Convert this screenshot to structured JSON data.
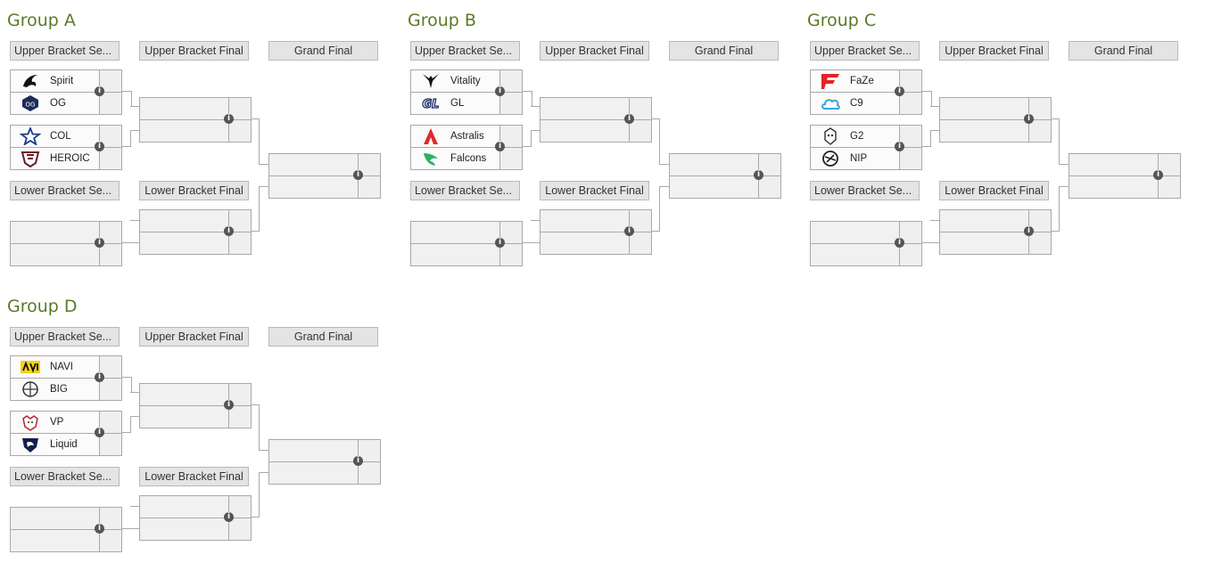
{
  "groups": [
    {
      "title": "Group A",
      "headers": {
        "ub_semis": "Upper Bracket Se...",
        "ub_final": "Upper Bracket Final",
        "grand_final": "Grand Final",
        "lb_semis": "Lower Bracket Se...",
        "lb_final": "Lower Bracket Final"
      },
      "match1": {
        "team1": "Spirit",
        "team2": "OG"
      },
      "match2": {
        "team1": "COL",
        "team2": "HEROIC"
      }
    },
    {
      "title": "Group B",
      "headers": {
        "ub_semis": "Upper Bracket Se...",
        "ub_final": "Upper Bracket Final",
        "grand_final": "Grand Final",
        "lb_semis": "Lower Bracket Se...",
        "lb_final": "Lower Bracket Final"
      },
      "match1": {
        "team1": "Vitality",
        "team2": "GL"
      },
      "match2": {
        "team1": "Astralis",
        "team2": "Falcons"
      }
    },
    {
      "title": "Group C",
      "headers": {
        "ub_semis": "Upper Bracket Se...",
        "ub_final": "Upper Bracket Final",
        "grand_final": "Grand Final",
        "lb_semis": "Lower Bracket Se...",
        "lb_final": "Lower Bracket Final"
      },
      "match1": {
        "team1": "FaZe",
        "team2": "C9"
      },
      "match2": {
        "team1": "G2",
        "team2": "NIP"
      }
    },
    {
      "title": "Group D",
      "headers": {
        "ub_semis": "Upper Bracket Se...",
        "ub_final": "Upper Bracket Final",
        "grand_final": "Grand Final",
        "lb_semis": "Lower Bracket Se...",
        "lb_final": "Lower Bracket Final"
      },
      "match1": {
        "team1": "NAVI",
        "team2": "BIG"
      },
      "match2": {
        "team1": "VP",
        "team2": "Liquid"
      }
    }
  ],
  "logos": {
    "Spirit": "dragon-icon",
    "OG": "og-icon",
    "COL": "star-icon",
    "HEROIC": "heroic-icon",
    "Vitality": "wasp-icon",
    "GL": "gl-icon",
    "Astralis": "astralis-icon",
    "Falcons": "falcon-icon",
    "FaZe": "faze-icon",
    "C9": "cloud-icon",
    "G2": "samurai-icon",
    "NIP": "ninja-icon",
    "NAVI": "navi-icon",
    "BIG": "big-icon",
    "VP": "bear-icon",
    "Liquid": "horse-icon"
  },
  "colors": {
    "group_title": "#5a7a26",
    "header_bg": "#e4e4e4",
    "border": "#a9a9a9"
  },
  "info_glyph": "i"
}
